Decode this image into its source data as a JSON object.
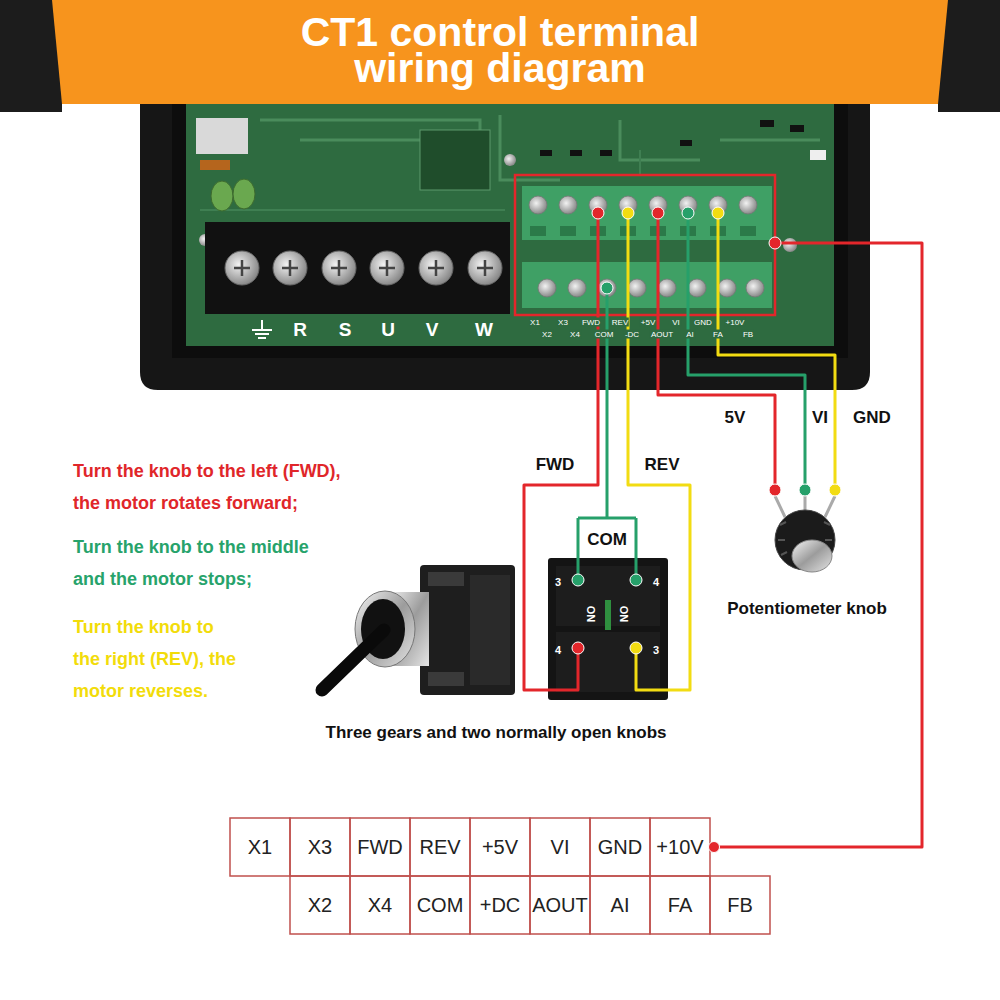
{
  "diagram": {
    "title": "CT1 control terminal wiring diagram",
    "labels": [
      "R",
      "S",
      "U",
      "V",
      "W",
      "X1",
      "X3",
      "FWD",
      "REV",
      "+5V",
      "VI",
      "GND",
      "+10V",
      "X2",
      "X4",
      "COM",
      "-DC",
      "AOUT",
      "AI",
      "FA",
      "FB",
      "5V",
      "VI",
      "GND",
      "Turn the knob to the left (FWD), the motor rotates forward;",
      "FWD",
      "REV",
      "Turn the knob to the middle and the motor stops;",
      "COM",
      "3",
      "4",
      "NO",
      "NO",
      "4",
      "3",
      "Potentiometer knob",
      "Turn the knob to the right (REV), the motor reverses.",
      "Three gears and two normally open knobs",
      "X1",
      "X3",
      "FWD",
      "REV",
      "+5V",
      "VI",
      "GND",
      "+10V",
      "X2",
      "X4",
      "COM",
      "+DC",
      "AOUT",
      "AI",
      "FA",
      "FB"
    ]
  }
}
